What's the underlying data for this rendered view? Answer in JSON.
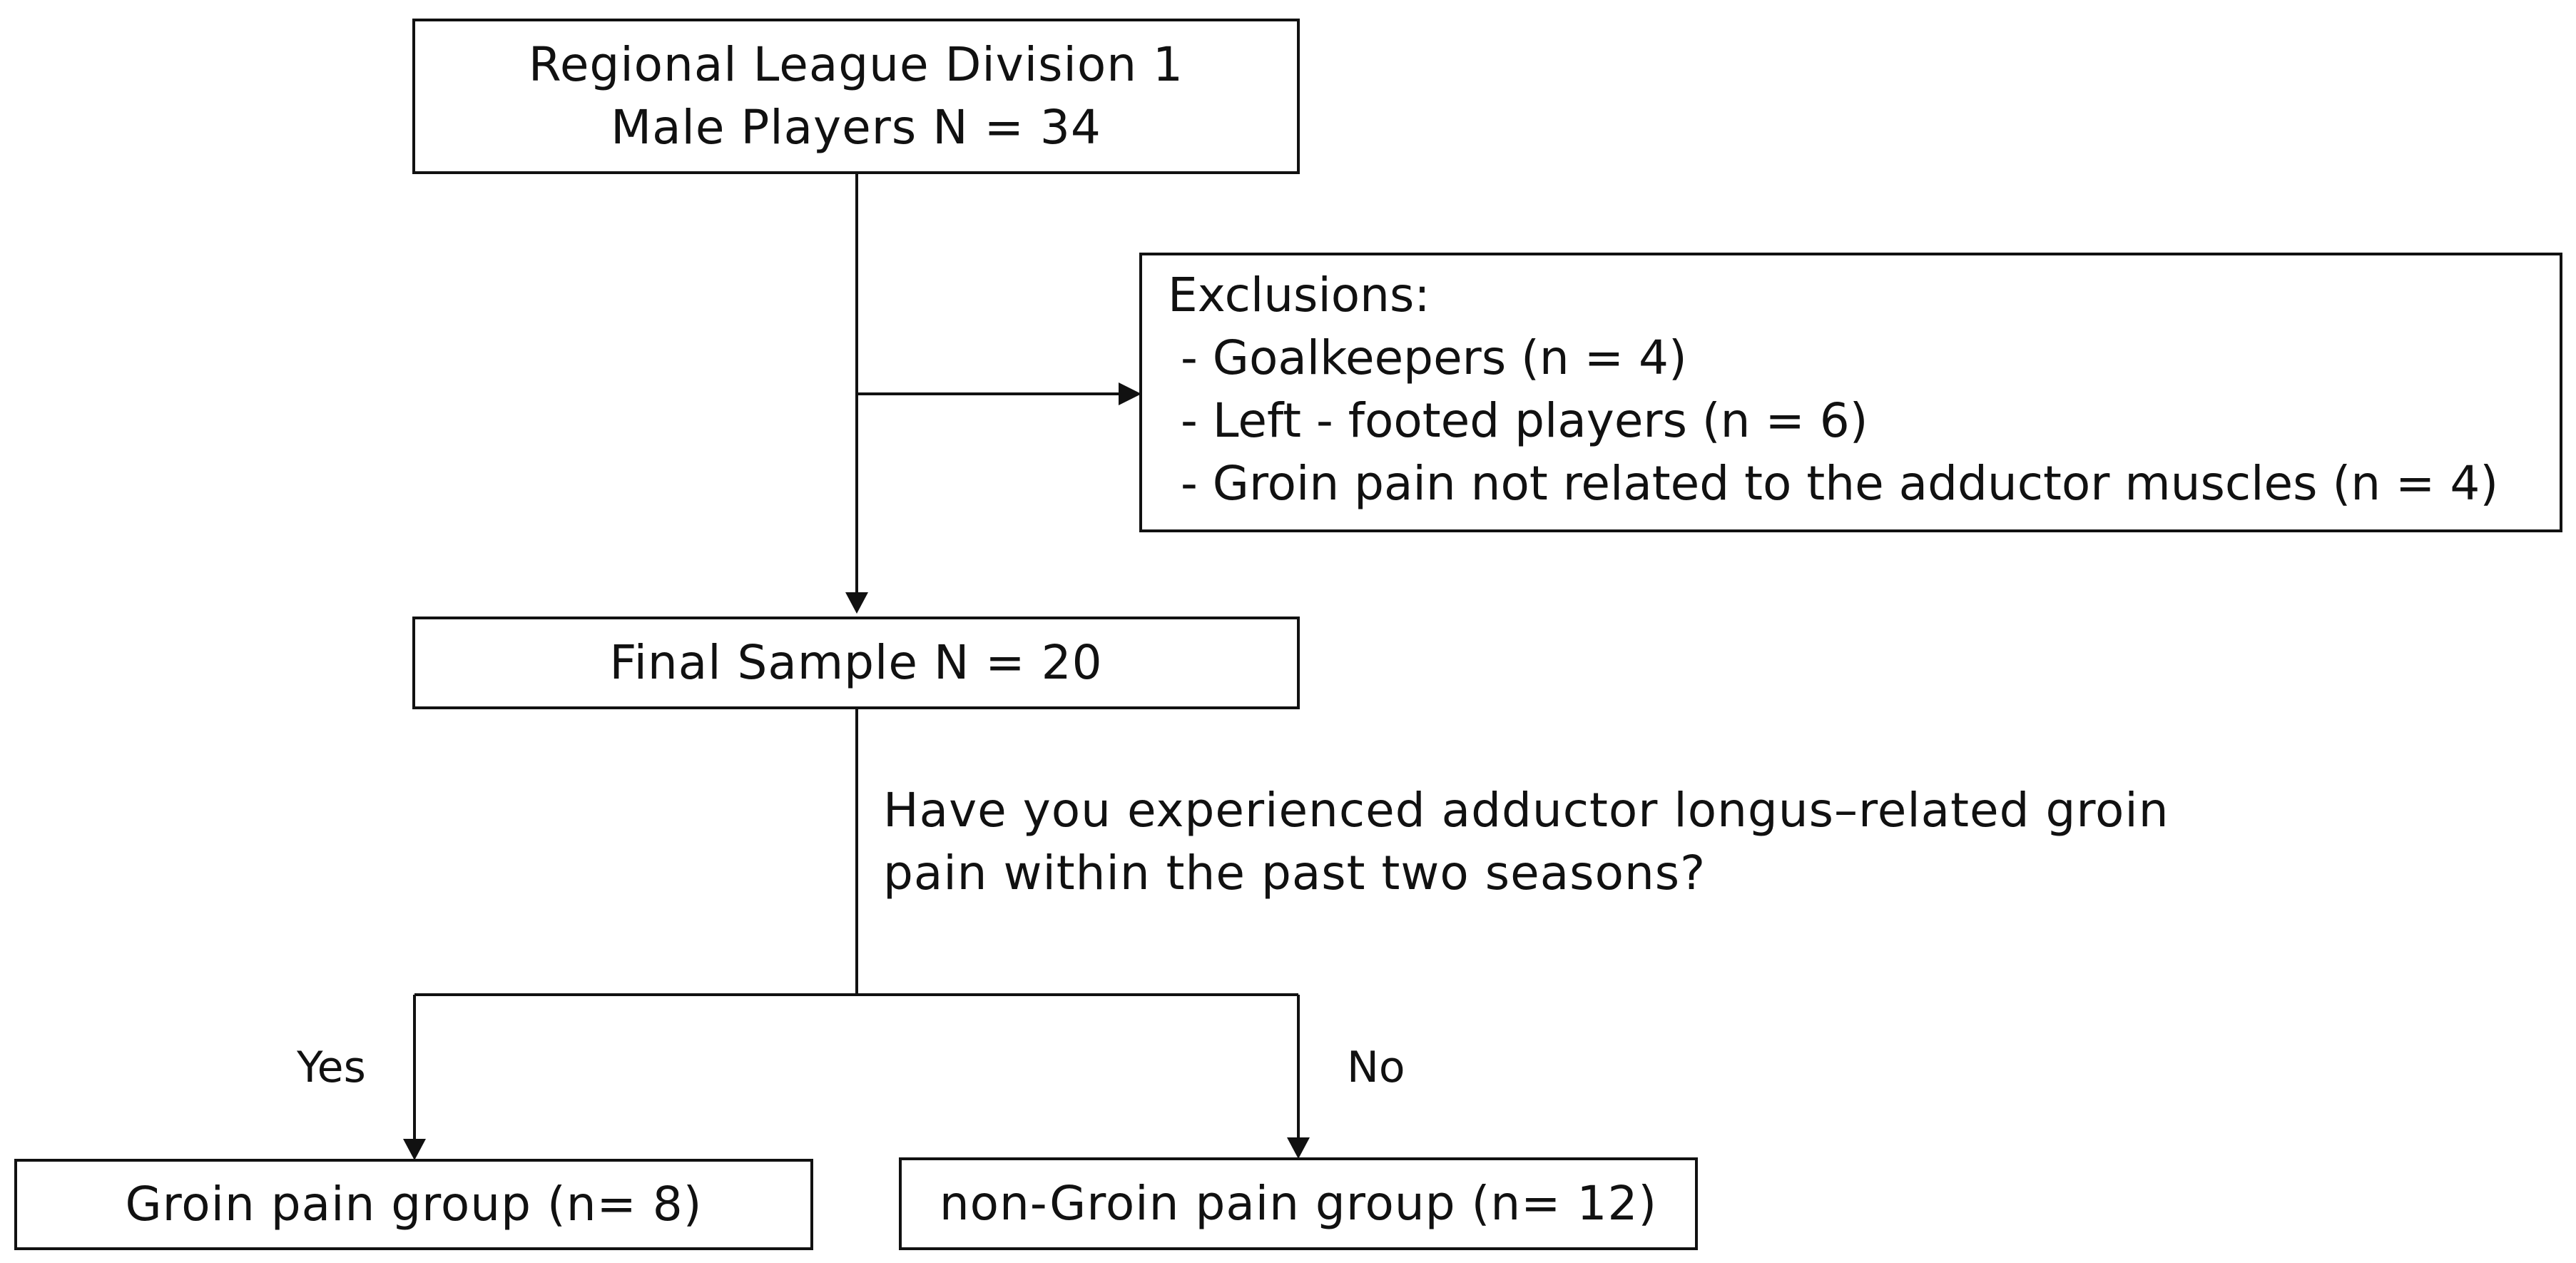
{
  "start_box": {
    "line1": "Regional League Division 1",
    "line2": "Male Players N = 34"
  },
  "exclusions": {
    "heading": "Exclusions:",
    "items": [
      "- Goalkeepers (n = 4)",
      "- Left - footed players (n = 6)",
      "- Groin pain not related to the adductor muscles (n = 4)"
    ]
  },
  "final_box": {
    "label": "Final Sample N = 20"
  },
  "question": {
    "line1": "Have you experienced adductor longus–related groin",
    "line2": "pain within the past two seasons?"
  },
  "branches": {
    "yes": "Yes",
    "no": "No"
  },
  "groups": {
    "groin_pain": "Groin pain group (n= 8)",
    "non_groin_pain": "non-Groin pain group (n= 12)"
  }
}
